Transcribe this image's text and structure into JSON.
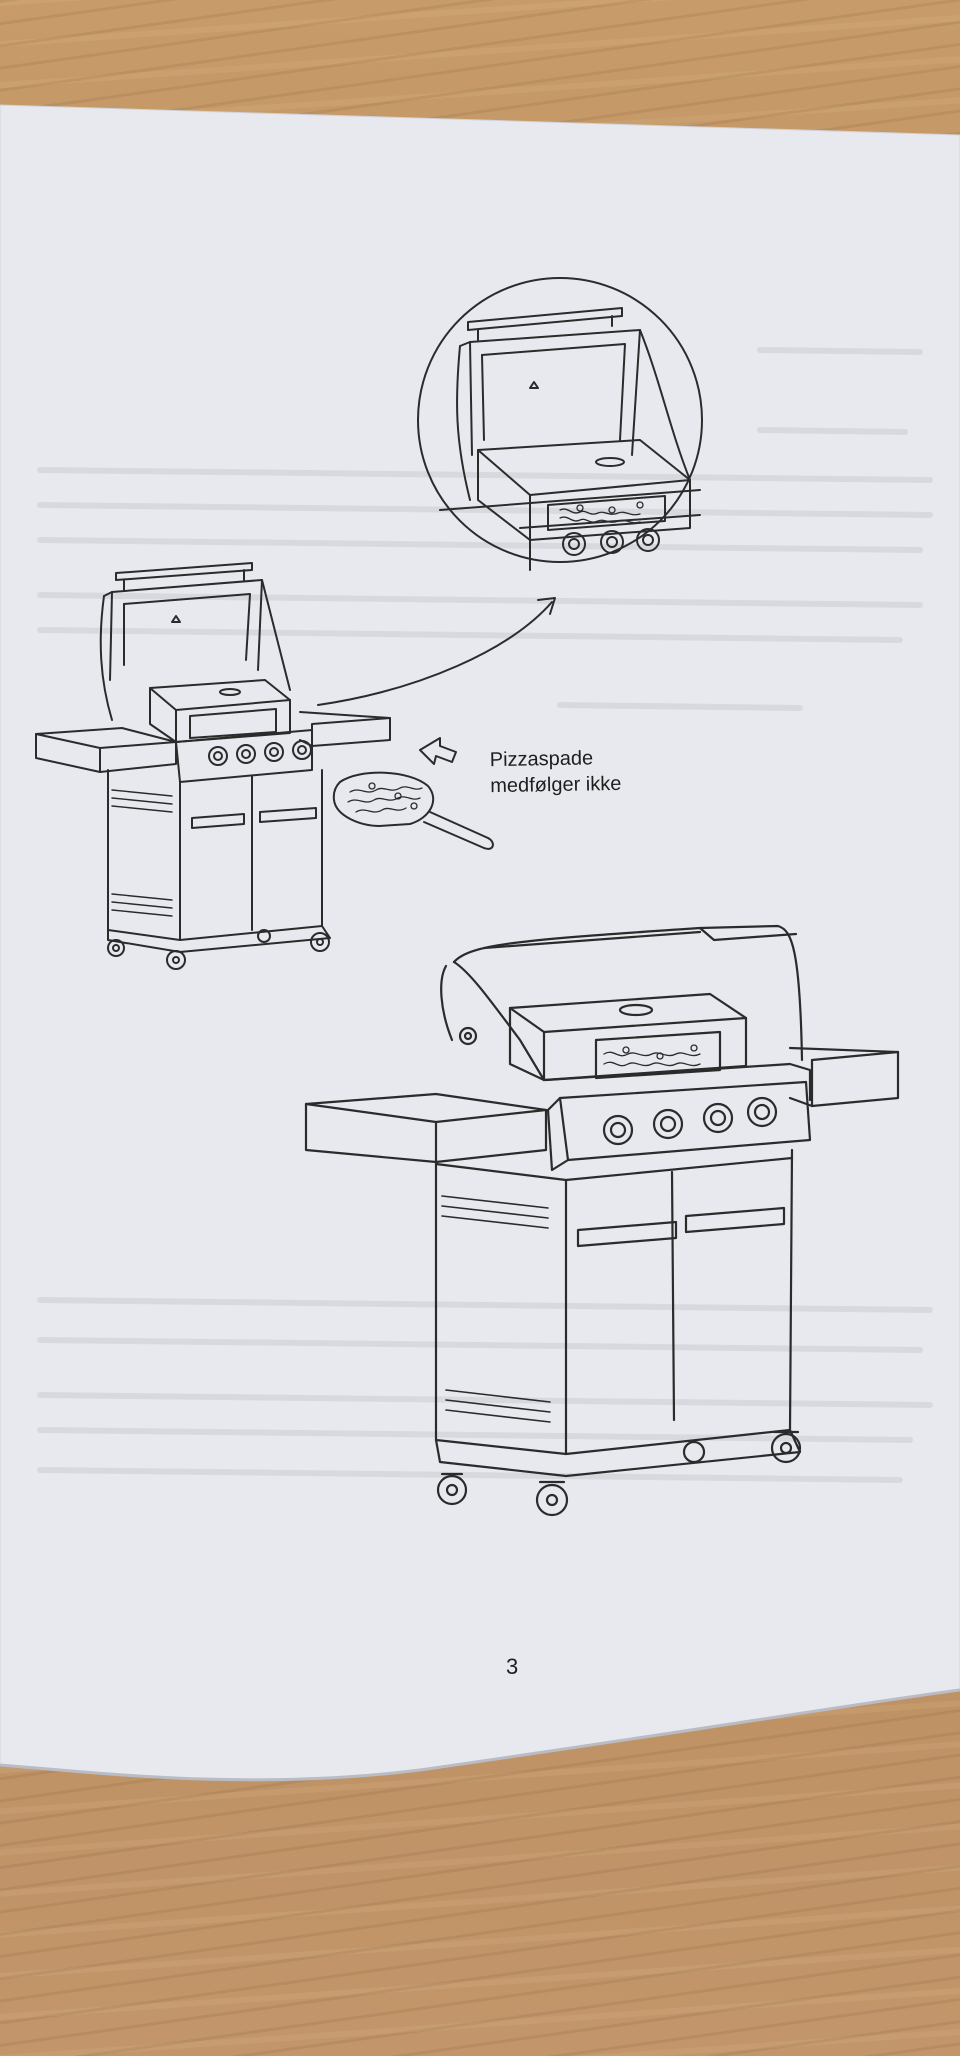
{
  "document": {
    "figure_caption": {
      "line1": "Pizzaspade",
      "line2": "medfølger ikke"
    },
    "page_number": "3"
  },
  "colors": {
    "paper": "#e6e8ee",
    "ink": "#2a2a2a",
    "wood": "#c2966a"
  }
}
